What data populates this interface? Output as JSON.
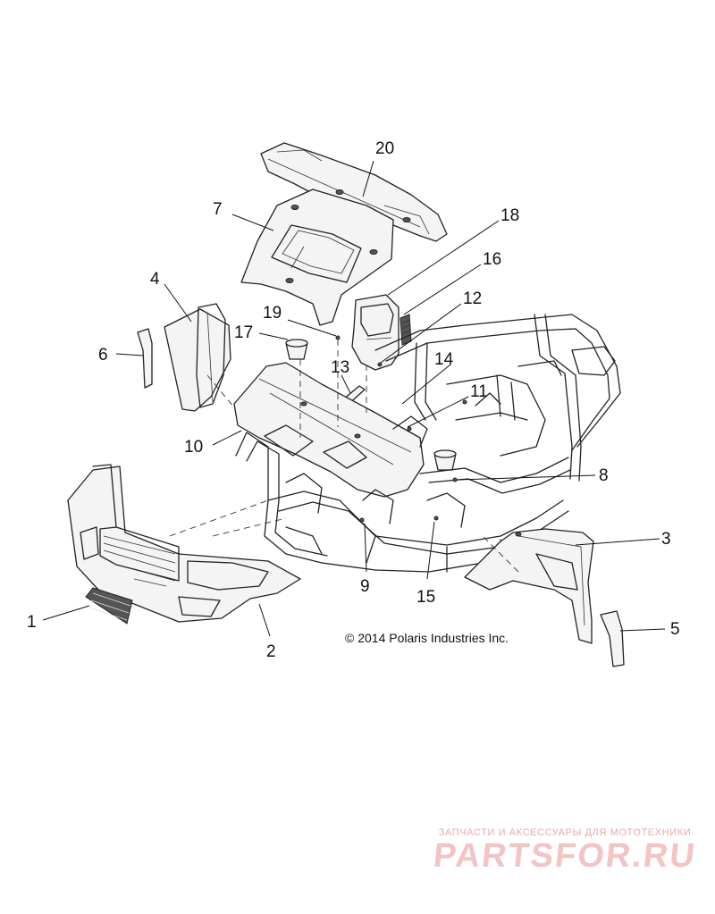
{
  "callouts": [
    {
      "id": "1",
      "label": "1"
    },
    {
      "id": "2",
      "label": "2"
    },
    {
      "id": "3",
      "label": "3"
    },
    {
      "id": "4",
      "label": "4"
    },
    {
      "id": "5",
      "label": "5"
    },
    {
      "id": "6",
      "label": "6"
    },
    {
      "id": "7",
      "label": "7"
    },
    {
      "id": "8",
      "label": "8"
    },
    {
      "id": "9",
      "label": "9"
    },
    {
      "id": "10",
      "label": "10"
    },
    {
      "id": "11",
      "label": "11"
    },
    {
      "id": "12",
      "label": "12"
    },
    {
      "id": "13",
      "label": "13"
    },
    {
      "id": "14",
      "label": "14"
    },
    {
      "id": "15",
      "label": "15"
    },
    {
      "id": "16",
      "label": "16"
    },
    {
      "id": "17",
      "label": "17"
    },
    {
      "id": "18",
      "label": "18"
    },
    {
      "id": "19",
      "label": "19"
    },
    {
      "id": "20",
      "label": "20"
    }
  ],
  "copyright": "© 2014 Polaris Industries Inc.",
  "watermark": {
    "tagline": "ЗАПЧАСТИ И АКСЕССУАРЫ ДЛЯ МОТОТЕХНИКИ",
    "logo": "PARTSFOR.RU"
  },
  "colors": {
    "line": "#222222",
    "watermark": "#f2c4c4"
  }
}
